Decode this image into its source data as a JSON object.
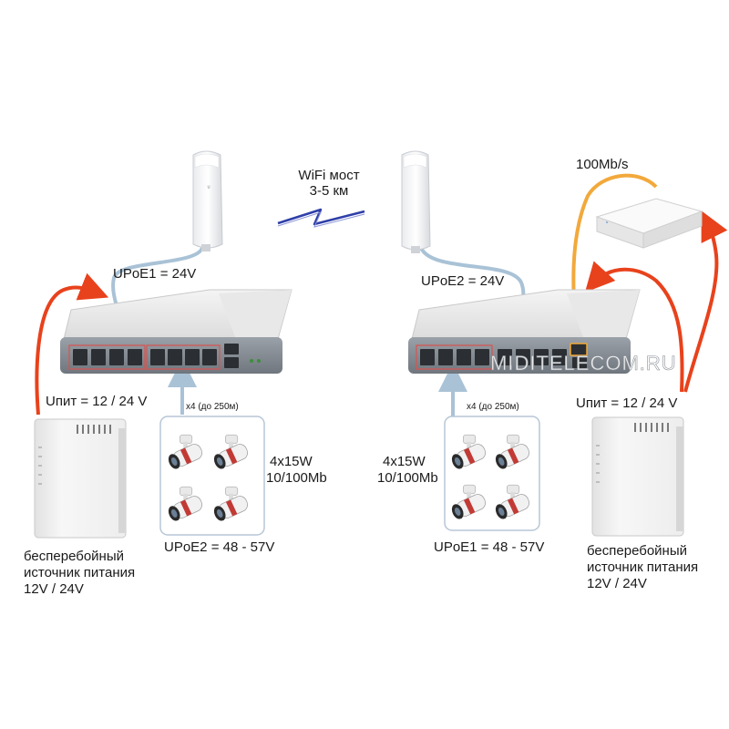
{
  "wifi_bridge": {
    "line1": "WiFi мост",
    "line2": "3-5 км"
  },
  "left": {
    "antenna_label": "UPoE1 = 24V",
    "supply_label": "Uпит = 12 / 24 V",
    "ups": [
      "бесперебойный",
      "источник питания",
      "12V / 24V"
    ],
    "cam_count": "x4 (до 250м)",
    "cam_power": "4x15W",
    "cam_speed": "10/100Mb",
    "cam_poe": "UPoE2 = 48 - 57V"
  },
  "right": {
    "antenna_label": "UPoE2 = 24V",
    "nvr_label": "100Mb/s",
    "supply_label": "Uпит = 12 / 24 V",
    "ups": [
      "бесперебойный",
      "источник питания",
      "12V / 24V"
    ],
    "cam_count": "x4 (до 250м)",
    "cam_power": "4x15W",
    "cam_speed": "10/100Mb",
    "cam_poe": "UPoE1 = 48 - 57V"
  },
  "watermark": "MIDITELECOM.RU",
  "colors": {
    "power": "#e8421c",
    "poe": "#a9c2d6",
    "nvr_link": "#f2a93b",
    "port_frame": "#d9534f"
  },
  "icons": [
    "antenna-icon",
    "switch-icon",
    "ups-icon",
    "camera-icon",
    "nvr-icon",
    "lightning-icon"
  ]
}
